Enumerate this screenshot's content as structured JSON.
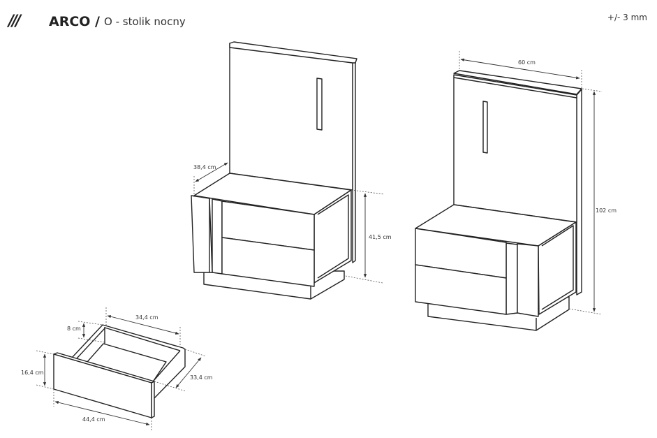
{
  "header": {
    "logo_text": "///",
    "brand": "ARCO /",
    "product": "O - stolik nocny",
    "tolerance": "+/- 3 mm"
  },
  "views": {
    "left_view": {
      "depth": "38,4 cm",
      "height_body": "41,5 cm"
    },
    "right_view": {
      "width": "60 cm",
      "height_total": "102 cm"
    },
    "drawer": {
      "inner_width": "34,4 cm",
      "side_height": "8 cm",
      "front_height": "16,4 cm",
      "depth": "33,4 cm",
      "front_width": "44,4 cm"
    }
  }
}
